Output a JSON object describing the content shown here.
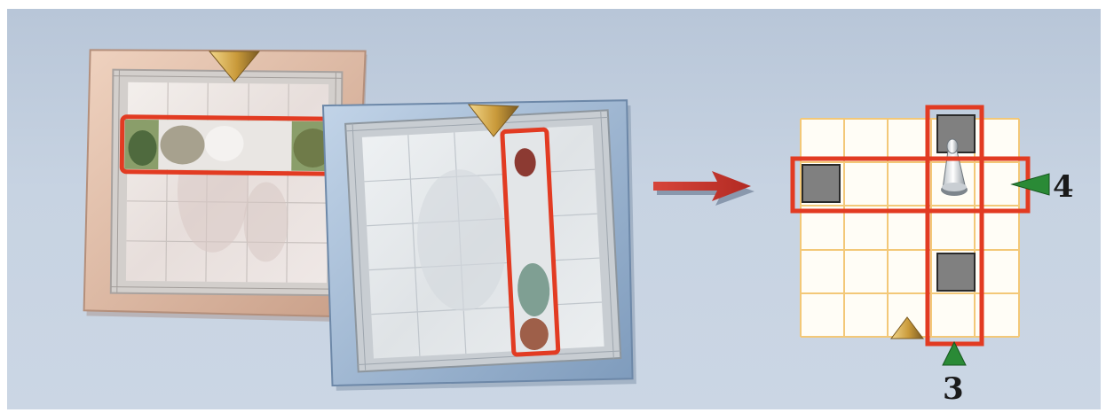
{
  "diagram": {
    "row_label": "4",
    "column_label": "3",
    "colors": {
      "background": "#c3cfdf",
      "highlight_frame": "#e23b22",
      "arrow": "#c8312a",
      "arrow_shadow": "#6f7f97",
      "grid_cell": "#fffdf6",
      "grid_line": "#f3c878",
      "block_square": "#808080",
      "marker_green": "#2a8a36",
      "marker_gold": "#c99a3a",
      "board_wood": "#ddb9a5",
      "board_stone": "#9db8d6"
    },
    "icons": [
      "wood-board",
      "stone-board",
      "direction-arrow",
      "pawn-figure",
      "gold-triangle-marker",
      "green-triangle-marker"
    ]
  }
}
